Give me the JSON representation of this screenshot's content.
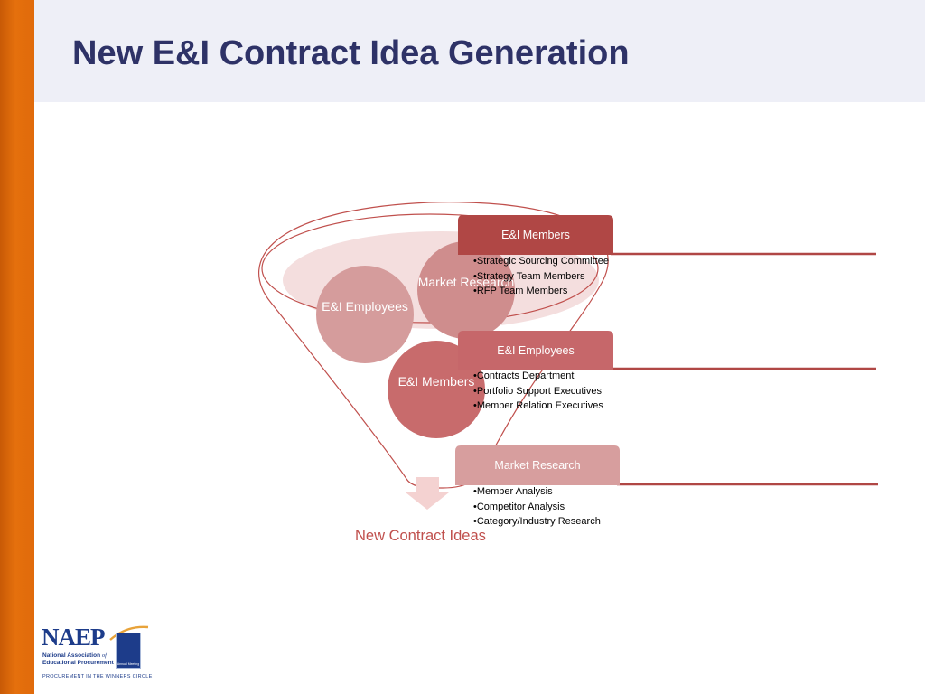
{
  "slide": {
    "title": "New E&I Contract Idea Generation"
  },
  "funnel": {
    "circles": [
      {
        "id": "employees",
        "label": "E&I Employees"
      },
      {
        "id": "market",
        "label": "Market Research"
      },
      {
        "id": "members",
        "label": "E&I Members"
      }
    ],
    "output_label": "New Contract Ideas"
  },
  "categories": [
    {
      "header": "E&I Members",
      "color": "#b04745",
      "items": [
        "Strategic Sourcing Committee",
        "Strategy Team Members",
        "RFP Team Members"
      ]
    },
    {
      "header": "E&I Employees",
      "color": "#c6676a",
      "items": [
        "Contracts Department",
        "Portfolio Support Executives",
        "Member Relation Executives"
      ]
    },
    {
      "header": "Market Research",
      "color": "#d79e9e",
      "items": [
        "Member Analysis",
        "Competitor Analysis",
        "Category/Industry Research"
      ]
    }
  ],
  "logo": {
    "wordmark": "NAEP",
    "subtitle_line1": "National Association",
    "subtitle_of": "of",
    "subtitle_line2": "Educational Procurement",
    "tagline": "PROCUREMENT IN THE WINNERS CIRCLE",
    "badge_text": "Annual Meeting"
  },
  "colors": {
    "accent_orange": "#e06a0b",
    "title_navy": "#2e3267",
    "diagram_red": "#c0504d"
  }
}
